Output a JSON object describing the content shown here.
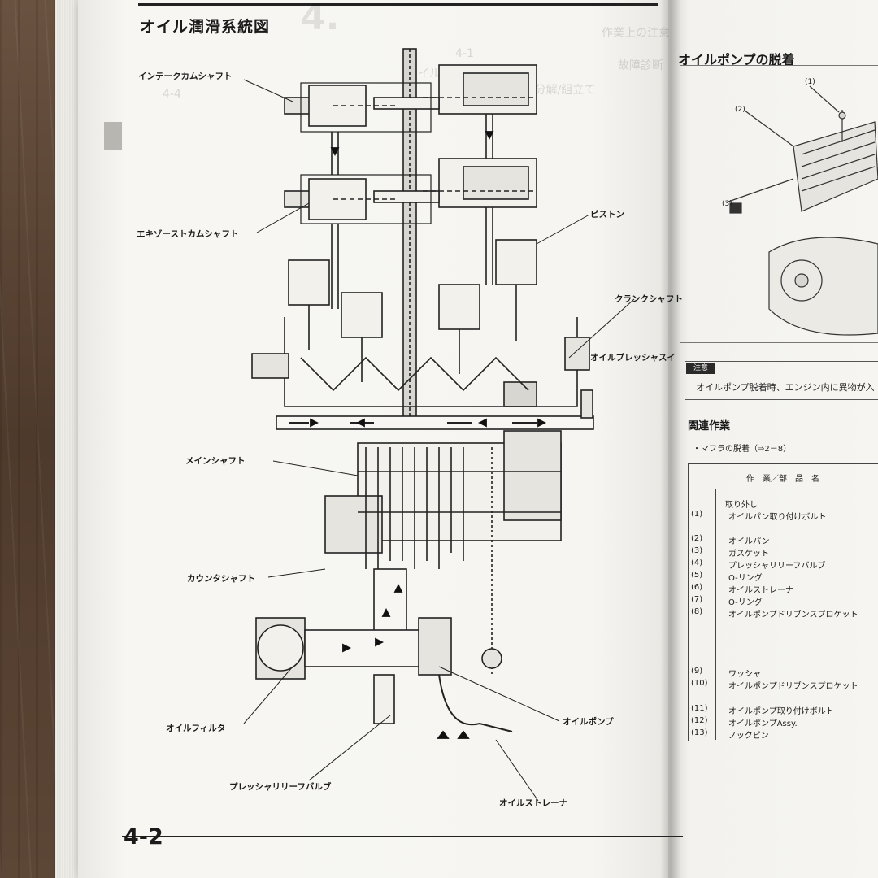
{
  "left_page": {
    "title": "オイル潤滑系統図",
    "page_number": "4-2",
    "callouts": {
      "intake_camshaft": "インテークカムシャフト",
      "exhaust_camshaft": "エキゾーストカムシャフト",
      "piston": "ピストン",
      "crankshaft": "クランクシャフト",
      "oil_pressure_switch": "オイルプレッシャスイ",
      "mainshaft": "メインシャフト",
      "countershaft": "カウンタシャフト",
      "oil_filter": "オイルフィルタ",
      "oil_pump": "オイルポンプ",
      "pressure_relief_valve": "プレッシャリリーフバルブ",
      "oil_strainer": "オイルストレーナ"
    },
    "show_through_text": [
      "4-1",
      "4-1",
      "4-4",
      "作業上の注意",
      "故障診断",
      "オイルポンプの脱着",
      "オイルポンプの分解/組立て"
    ]
  },
  "right_page": {
    "title": "オイルポンプの脱着",
    "figure_callouts": [
      "(1)",
      "(2)",
      "(3)"
    ],
    "note": {
      "label": "注意",
      "text": "オイルポンプ脱着時、エンジン内に異物が入"
    },
    "related_work": {
      "title": "関連作業",
      "item": "・マフラの脱着（⇨2－8）"
    },
    "table": {
      "header": "作　業／部　品　名",
      "section": "取り外し",
      "rows": [
        {
          "num": "(1)",
          "name": "オイルパン取り付けボルト"
        },
        {
          "num": "(2)",
          "name": "オイルパン"
        },
        {
          "num": "(3)",
          "name": "ガスケット"
        },
        {
          "num": "(4)",
          "name": "プレッシャリリーフバルブ"
        },
        {
          "num": "(5)",
          "name": "O-リング"
        },
        {
          "num": "(6)",
          "name": "オイルストレーナ"
        },
        {
          "num": "(7)",
          "name": "O-リング"
        },
        {
          "num": "(8)",
          "name": "オイルポンプドリブンスプロケット"
        },
        {
          "num": "(9)",
          "name": "ワッシャ"
        },
        {
          "num": "(10)",
          "name": "オイルポンプドリブンスプロケット"
        },
        {
          "num": "(11)",
          "name": "オイルポンプ取り付けボルト"
        },
        {
          "num": "(12)",
          "name": "オイルポンプAssy."
        },
        {
          "num": "(13)",
          "name": "ノックピン"
        }
      ]
    }
  },
  "colors": {
    "ink": "#1c1c1c",
    "paper": "#f6f5f1",
    "wood": "#5a4434"
  }
}
